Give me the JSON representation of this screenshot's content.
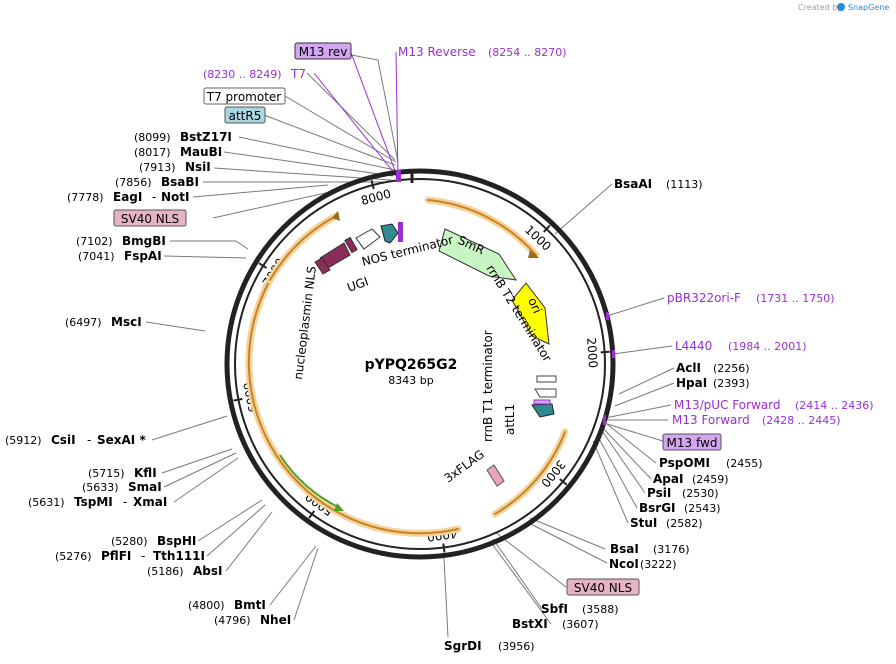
{
  "plasmid": {
    "name": "pYPQ265G2",
    "length": "8343 bp",
    "bp": 8343
  },
  "watermark": {
    "text": "Created by",
    "brand": "SnapGene",
    "color": "#2b8cd6"
  },
  "colors": {
    "backbone": "#222222",
    "orange": "#e8a23a",
    "purple_site": "#9a2fd0",
    "ori": "#ffff00",
    "smr": "#c8f5c4",
    "nls_feature": "#8b2d5a",
    "terminator": "#2f8a8f",
    "attr_box": "#a9d6e0",
    "m13_box": "#d4a5f0",
    "sv40_box": "#e6b3c6"
  },
  "ticks": [
    "1000",
    "2000",
    "3000",
    "4000",
    "5000",
    "6000",
    "7000",
    "8000"
  ],
  "features": {
    "nos_terminator": "NOS terminator",
    "ugi": "UGI",
    "nucleoplasmin_nls": "nucleoplasmin NLS",
    "smr": "SmR",
    "rrnb_t2": "rrnB T2 terminator",
    "ori": "ori",
    "rrnb_t1": "rrnB T1 terminator",
    "attl1": "attL1",
    "flag": "3xFLAG"
  },
  "boxed_labels": {
    "m13_rev": "M13 rev",
    "t7_promoter": "T7 promoter",
    "attr5": "attR5",
    "sv40_nls_top": "SV40 NLS",
    "m13_fwd": "M13 fwd",
    "sv40_nls_bottom": "SV40 NLS"
  },
  "primer_labels": {
    "m13_reverse": {
      "name": "M13 Reverse",
      "range": "(8254 .. 8270)"
    },
    "t7": {
      "name": "T7",
      "range": "(8230 .. 8249)"
    },
    "pbr322ori": {
      "name": "pBR322ori-F",
      "range": "(1731 .. 1750)"
    },
    "l4440": {
      "name": "L4440",
      "range": "(1984 .. 2001)"
    },
    "m13_puc": {
      "name": "M13/pUC Forward",
      "range": "(2414 .. 2436)"
    },
    "m13_forward": {
      "name": "M13 Forward",
      "range": "(2428 .. 2445)"
    }
  },
  "sites_left": [
    {
      "pos": "(8099)",
      "name": "BstZ17I"
    },
    {
      "pos": "(8017)",
      "name": "MauBI"
    },
    {
      "pos": "(7913)",
      "name": "NsiI"
    },
    {
      "pos": "(7856)",
      "name": "BsaBI"
    },
    {
      "pos": "(7778)",
      "name": "EagI",
      "name2": "NotI"
    },
    {
      "pos": "(7102)",
      "name": "BmgBI"
    },
    {
      "pos": "(7041)",
      "name": "FspAI"
    },
    {
      "pos": "(6497)",
      "name": "MscI"
    },
    {
      "pos": "(5912)",
      "name": "CsiI",
      "name2": "SexAI *"
    },
    {
      "pos": "(5715)",
      "name": "KflI"
    },
    {
      "pos": "(5633)",
      "name": "SmaI"
    },
    {
      "pos": "(5631)",
      "name": "TspMI",
      "name2": "XmaI"
    },
    {
      "pos": "(5280)",
      "name": "BspHI"
    },
    {
      "pos": "(5276)",
      "name": "PflFI",
      "name2": "Tth111I"
    },
    {
      "pos": "(5186)",
      "name": "AbsI"
    },
    {
      "pos": "(4800)",
      "name": "BmtI"
    },
    {
      "pos": "(4796)",
      "name": "NheI"
    }
  ],
  "sites_right": [
    {
      "name": "BsaAI",
      "pos": "(1113)"
    },
    {
      "name": "AclI",
      "pos": "(2256)"
    },
    {
      "name": "HpaI",
      "pos": "(2393)"
    },
    {
      "name": "PspOMI",
      "pos": "(2455)"
    },
    {
      "name": "ApaI",
      "pos": "(2459)"
    },
    {
      "name": "PsiI",
      "pos": "(2530)"
    },
    {
      "name": "BsrGI",
      "pos": "(2543)"
    },
    {
      "name": "StuI",
      "pos": "(2582)"
    },
    {
      "name": "BsaI",
      "pos": "(3176)"
    },
    {
      "name": "NcoI",
      "pos": "(3222)"
    },
    {
      "name": "SbfI",
      "pos": "(3588)"
    },
    {
      "name": "BstXI",
      "pos": "(3607)"
    },
    {
      "name": "SgrDI",
      "pos": "(3956)"
    }
  ]
}
